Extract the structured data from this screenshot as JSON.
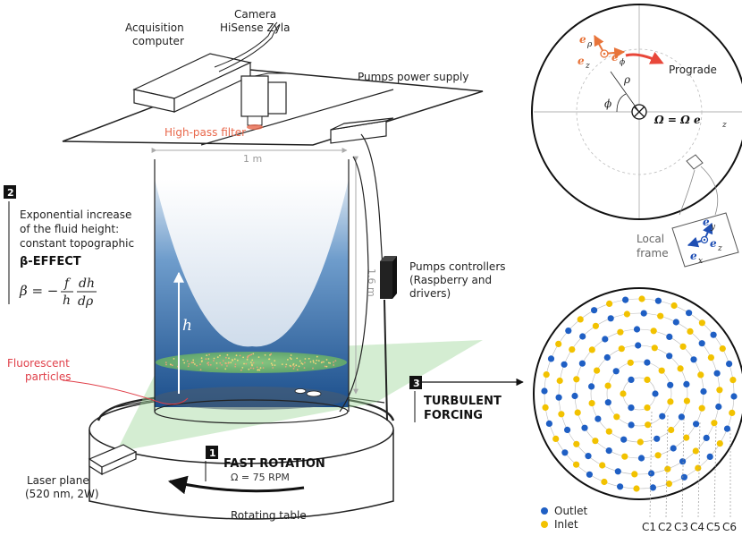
{
  "labels": {
    "acquisition_line1": "Acquisition",
    "acquisition_line2": "computer",
    "camera_line1": "Camera",
    "camera_line2": "HiSense Zyla",
    "pumps_power_supply": "Pumps power supply",
    "high_pass_filter": "High-pass filter",
    "width_dim": "1 m",
    "height_dim": "1.6 m",
    "pumps_ctrl_line1": "Pumps controllers",
    "pumps_ctrl_line2": "(Raspberry and",
    "pumps_ctrl_line3": "drivers)",
    "fluorescent_line1": "Fluorescent",
    "fluorescent_line2": "particles",
    "laser_line1": "Laser plane",
    "laser_line2": "(520 nm, 2W)",
    "rotating_table": "Rotating table",
    "h_symbol": "h"
  },
  "steps": {
    "step1_num": "1",
    "step1_title": "FAST ROTATION",
    "step1_value": "Ω = 75 RPM",
    "step2_num": "2",
    "step2_line1": "Exponential increase",
    "step2_line2": "of the fluid height:",
    "step2_line3": "constant topographic",
    "step2_title": "β-EFFECT",
    "step3_num": "3",
    "step3_line1": "TURBULENT",
    "step3_line2": "FORCING"
  },
  "formula": {
    "lhs": "β = −",
    "f": "f",
    "h": "h",
    "dh": "dh",
    "drho": "dρ"
  },
  "frame_diagram": {
    "e_rho": "e",
    "e_rho_sub": "ρ",
    "e_phi": "e",
    "e_phi_sub": "ϕ",
    "e_z": "e",
    "e_z_sub": "z",
    "prograde": "Prograde",
    "rho": "ρ",
    "phi": "ϕ",
    "omega_eq": "Ω = Ω e",
    "omega_eq_sub": "z",
    "local_line1": "Local",
    "local_line2": "frame",
    "e_y": "e",
    "e_y_sub": "y",
    "e_x": "e",
    "e_x_sub": "x",
    "e_z2": "e",
    "e_z2_sub": "z"
  },
  "forcing_map": {
    "legend": [
      {
        "label": "Outlet",
        "color": "#1f5fc4"
      },
      {
        "label": "Inlet",
        "color": "#f2c200"
      }
    ],
    "circles": [
      "C1",
      "C2",
      "C3",
      "C4",
      "C5",
      "C6"
    ]
  },
  "colors": {
    "outlet": "#1f5fc4",
    "inlet": "#f2c200",
    "orange": "#e8743a",
    "red_arrow": "#e8473a",
    "laser_green": "#9fd89b"
  }
}
